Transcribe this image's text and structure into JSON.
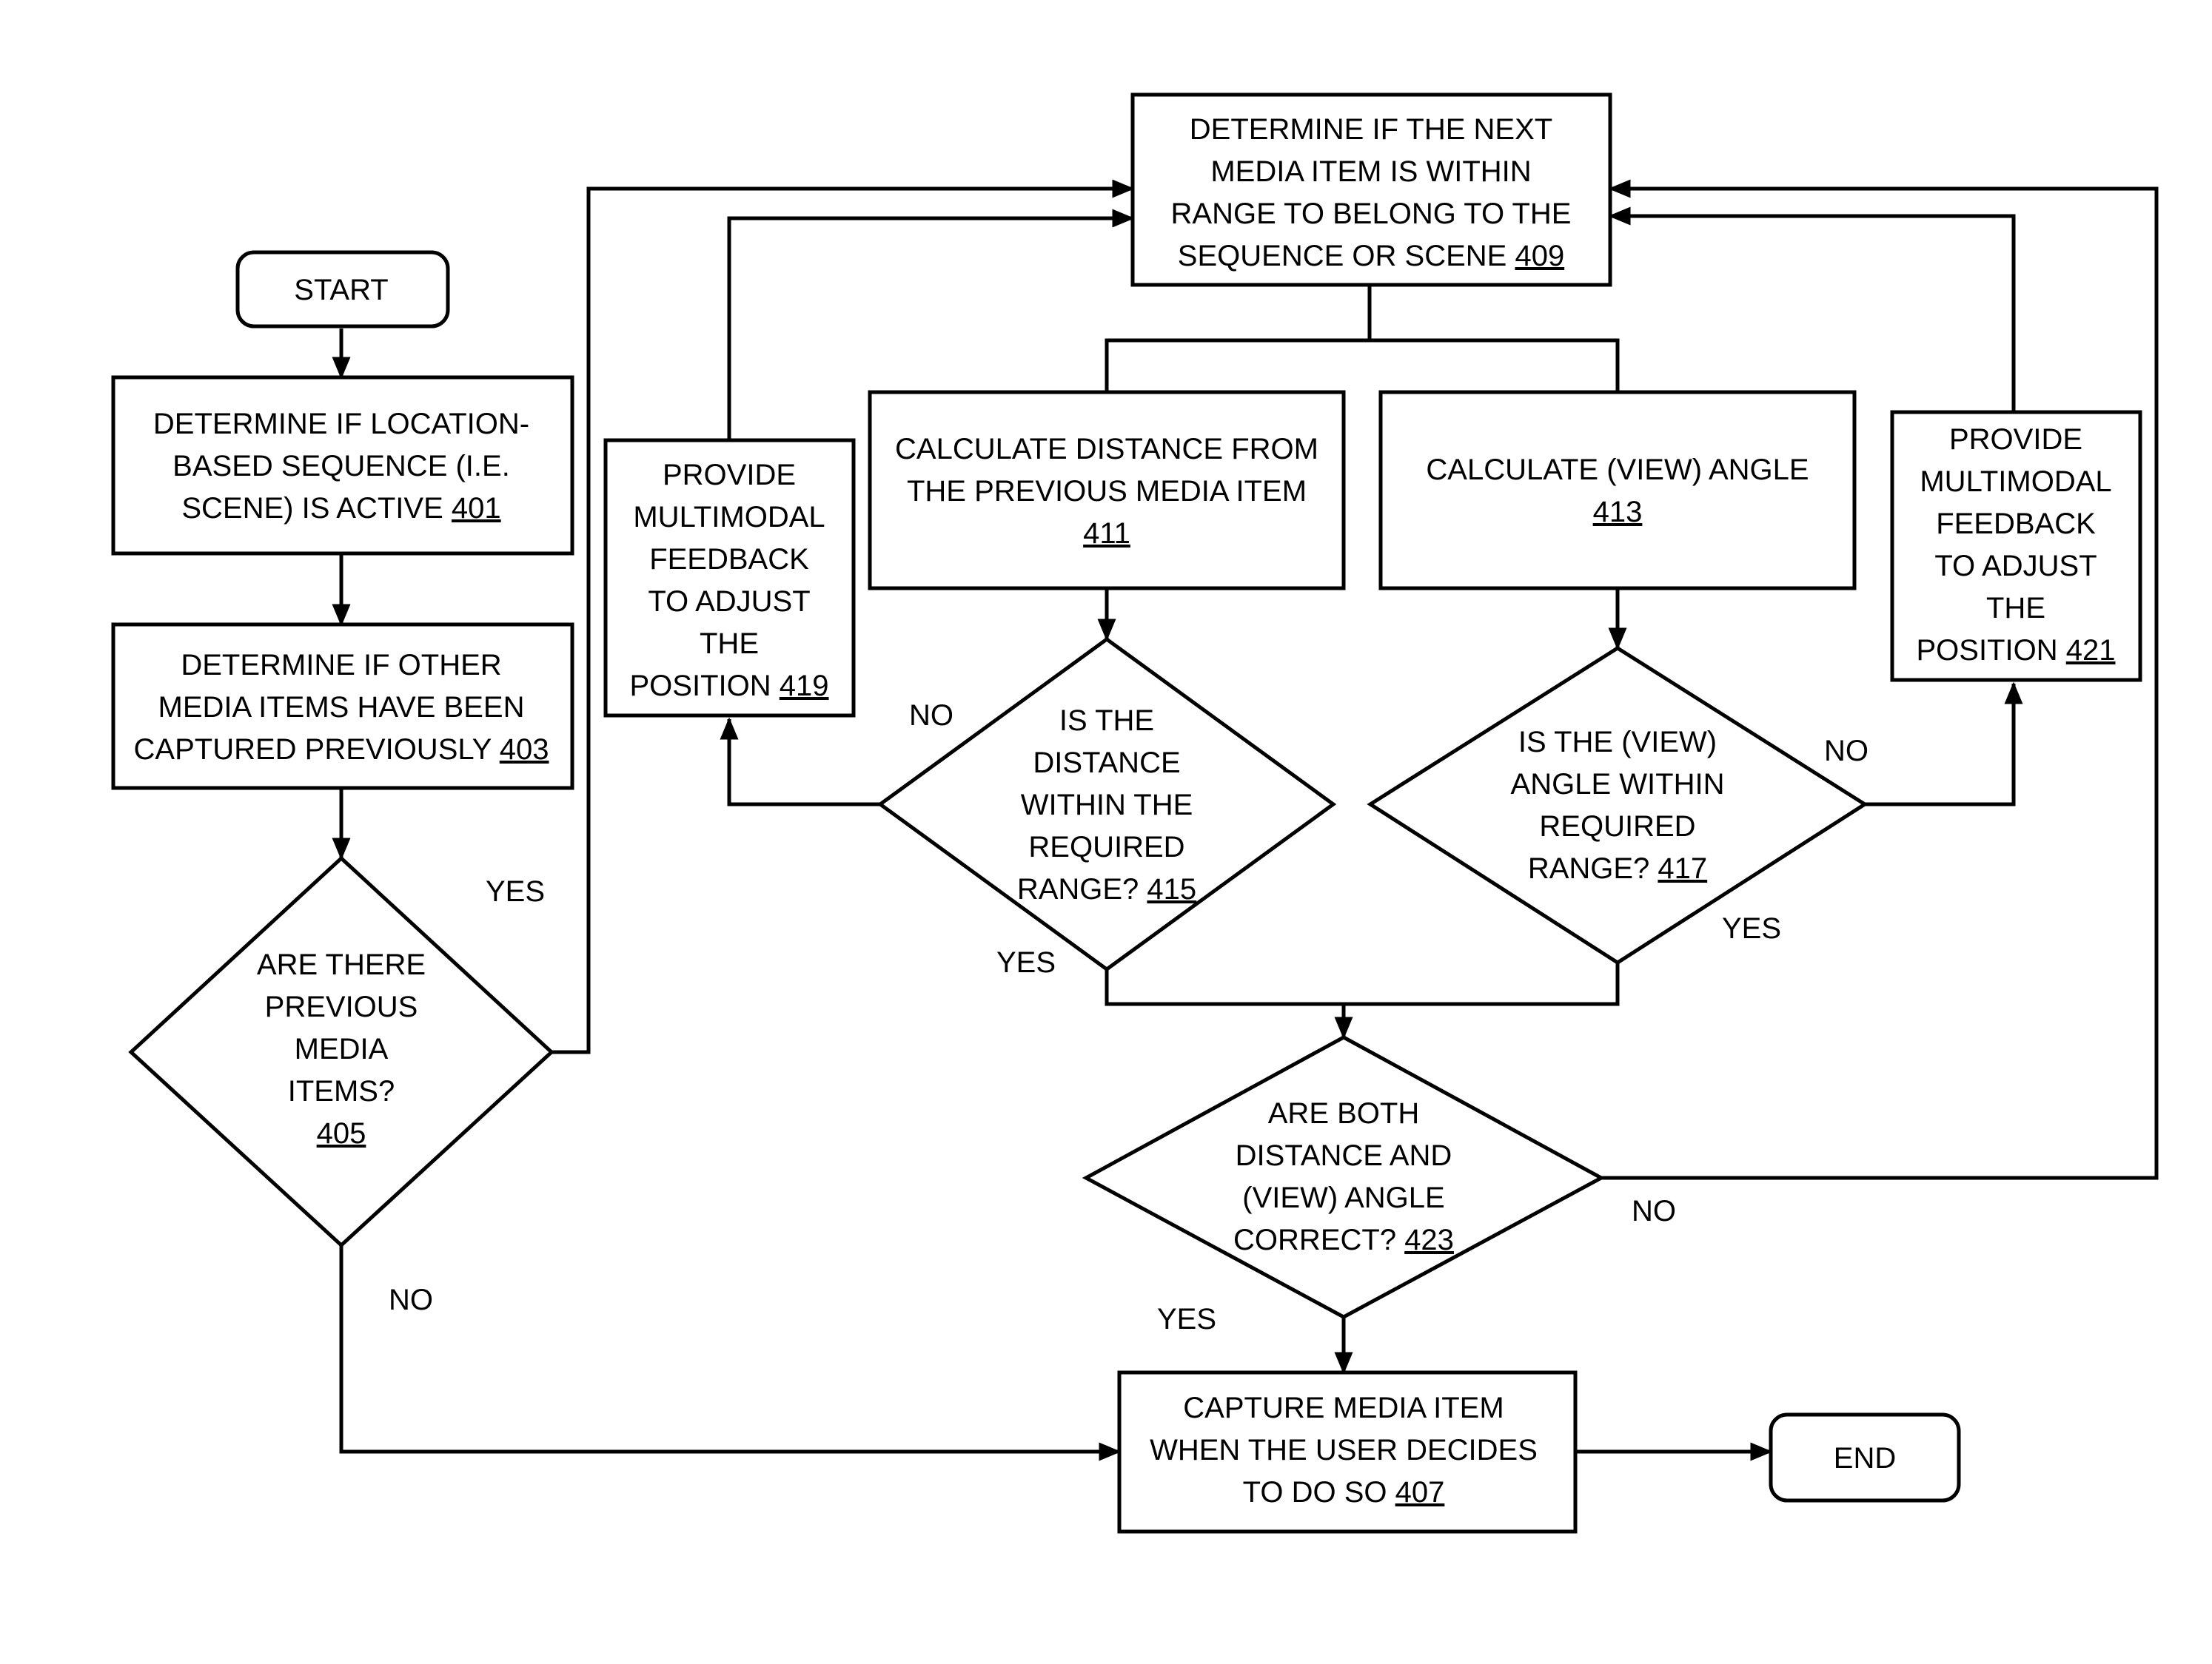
{
  "nodes": {
    "start": {
      "lines": [
        "START"
      ],
      "ref": ""
    },
    "n401": {
      "lines": [
        "DETERMINE IF LOCATION-",
        "BASED SEQUENCE (I.E.",
        "SCENE) IS ACTIVE "
      ],
      "ref": "401"
    },
    "n403": {
      "lines": [
        "DETERMINE IF OTHER",
        "MEDIA ITEMS HAVE BEEN",
        "CAPTURED PREVIOUSLY "
      ],
      "ref": "403"
    },
    "n405": {
      "lines": [
        "ARE THERE",
        "PREVIOUS",
        "MEDIA",
        "ITEMS?",
        ""
      ],
      "ref": "405"
    },
    "n409": {
      "lines": [
        "DETERMINE IF THE NEXT",
        "MEDIA ITEM IS WITHIN",
        "RANGE TO BELONG TO THE",
        "SEQUENCE OR SCENE "
      ],
      "ref": "409"
    },
    "n411": {
      "lines": [
        "CALCULATE DISTANCE FROM",
        "THE PREVIOUS MEDIA ITEM",
        ""
      ],
      "ref": "411"
    },
    "n413": {
      "lines": [
        "CALCULATE (VIEW) ANGLE",
        ""
      ],
      "ref": "413"
    },
    "n415": {
      "lines": [
        "IS THE",
        "DISTANCE",
        "WITHIN THE",
        "REQUIRED",
        "RANGE? "
      ],
      "ref": "415"
    },
    "n417": {
      "lines": [
        "IS THE (VIEW)",
        "ANGLE WITHIN",
        "REQUIRED",
        "RANGE? "
      ],
      "ref": "417"
    },
    "n419": {
      "lines": [
        "PROVIDE",
        "MULTIMODAL",
        "FEEDBACK",
        "TO ADJUST",
        "THE",
        "POSITION "
      ],
      "ref": "419"
    },
    "n421": {
      "lines": [
        "PROVIDE",
        "MULTIMODAL",
        "FEEDBACK",
        "TO ADJUST",
        "THE",
        "POSITION "
      ],
      "ref": "421"
    },
    "n423": {
      "lines": [
        "ARE BOTH",
        "DISTANCE AND",
        "(VIEW) ANGLE",
        "CORRECT? "
      ],
      "ref": "423"
    },
    "n407": {
      "lines": [
        "CAPTURE MEDIA ITEM",
        "WHEN THE USER DECIDES",
        "TO DO SO "
      ],
      "ref": "407"
    },
    "end": {
      "lines": [
        "END"
      ],
      "ref": ""
    }
  },
  "edge_labels": {
    "yes_405": "YES",
    "no_405": "NO",
    "no_415": "NO",
    "yes_415": "YES",
    "no_417": "NO",
    "yes_417": "YES",
    "no_423": "NO",
    "yes_423": "YES"
  }
}
